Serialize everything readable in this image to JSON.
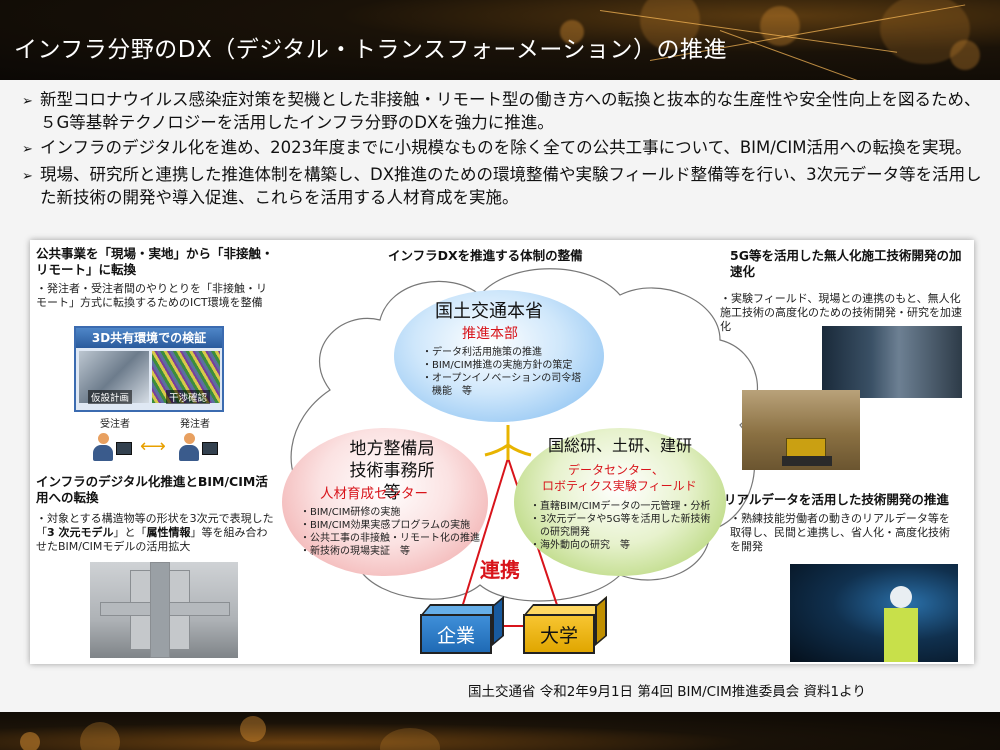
{
  "header": {
    "title": "インフラ分野のDX（デジタル・トランスフォーメーション）の推進"
  },
  "bullets": [
    "新型コロナウイルス感染症対策を契機とした非接触・リモート型の働き方への転換と抜本的な生産性や安全性向上を図るため、５G等基幹テクノロジーを活用したインフラ分野のDXを強力に推進。",
    "インフラのデジタル化を進め、2023年度までに小規模なものを除く全ての公共工事について、BIM/CIM活用への転換を実現。",
    "現場、研究所と連携した推進体制を構築し、DX推進のための環境整備や実験フィールド整備等を行い、3次元データ等を活用した新技術の開発や導入促進、これらを活用する人材育成を実施。"
  ],
  "bullet_marker": "➢",
  "figure": {
    "left": {
      "heading1": "公共事業を「現場・実地」から「非接触・リモート」に転換",
      "text1": "・発注者・受注者間のやりとりを「非接触・リモート」方式に転換するためのICT環境を整備",
      "box_title": "3D共有環境での検証",
      "box_cap1": "仮設計画",
      "box_cap2": "干渉確認",
      "person1": "受注者",
      "person2": "発注者",
      "arrow": "⟷",
      "heading2": "インフラのデジタル化推進とBIM/CIM活用への転換",
      "text2a": "・対象とする構造物等の形状を3次元で表現した「",
      "text2b": "3 次元モデル",
      "text2c": "」と「",
      "text2d": "属性情報",
      "text2e": "」等を組み合わせたBIM/CIMモデルの活用拡大"
    },
    "center": {
      "heading": "インフラDXを推進する体制の整備",
      "top_title": "国土交通本省",
      "top_sub": "推進本部",
      "top_items": [
        "・データ利活用施策の推進",
        "・BIM/CIM推進の実施方針の策定",
        "・オープンイノベーションの司令塔",
        "　機能　等"
      ],
      "left_title1": "地方整備局",
      "left_title2": "技術事務所等",
      "left_sub": "人材育成センター",
      "left_items": [
        "・BIM/CIM研修の実施",
        "・BIM/CIM効果実感プログラムの実施",
        "・公共工事の非接触・リモート化の推進",
        "・新技術の現場実証　等"
      ],
      "right_title": "国総研、土研、建研",
      "right_sub1": "データセンター、",
      "right_sub2": "ロボティクス実験フィールド",
      "right_items": [
        "・直轄BIM/CIMデータの一元管理・分析",
        "・3次元データや5G等を活用した新技術",
        "　の研究開発",
        "・海外動向の研究　等"
      ],
      "renkei": "連携",
      "box1": "企業",
      "box2": "大学"
    },
    "right": {
      "heading1": "5G等を活用した無人化施工技術開発の加速化",
      "text1": "・実験フィールド、現場との連携のもと、無人化施工技術の高度化のための技術開発・研究を加速化",
      "heading2": "リアルデータを活用した技術開発の推進",
      "text2": "・熟練技能労働者の動きのリアルデータ等を取得し、民間と連携し、省人化・高度化技術を開発"
    }
  },
  "source": "国土交通省 令和2年9月1日 第4回 BIM/CIM推進委員会 資料1より",
  "colors": {
    "accent_red": "#d8141b",
    "blue_box": "#1f6ab5",
    "yellow_box": "#e0a600"
  }
}
